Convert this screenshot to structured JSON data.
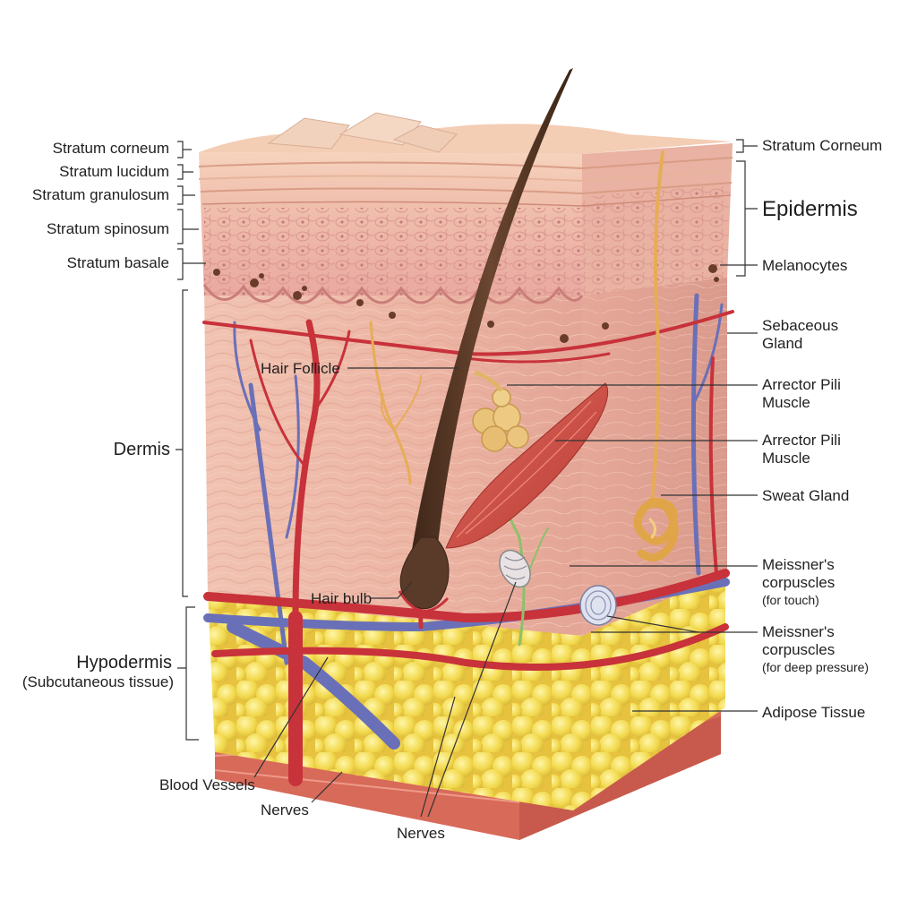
{
  "labels": {
    "stratum_corneum_left": "Stratum corneum",
    "stratum_lucidum": "Stratum lucidum",
    "stratum_granulosum": "Stratum granulosum",
    "stratum_spinosum": "Stratum spinosum",
    "stratum_basale": "Stratum basale",
    "hair_follicle": "Hair Follicle",
    "dermis": "Dermis",
    "hair_bulb": "Hair bulb",
    "hypodermis": "Hypodermis",
    "subcutaneous": "(Subcutaneous tissue)",
    "blood_vessels": "Blood Vessels",
    "nerves_1": "Nerves",
    "nerves_2": "Nerves",
    "stratum_corneum_right": "Stratum Corneum",
    "epidermis": "Epidermis",
    "melanocytes": "Melanocytes",
    "sebaceous_1": "Sebaceous",
    "sebaceous_2": "Gland",
    "arrector_a1": "Arrector Pili",
    "arrector_a2": "Muscle",
    "arrector_b1": "Arrector Pili",
    "arrector_b2": "Muscle",
    "sweat_gland": "Sweat Gland",
    "meissner_a1": "Meissner's",
    "meissner_a2": "corpuscles",
    "meissner_a3": "(for touch)",
    "meissner_b1": "Meissner's",
    "meissner_b2": "corpuscles",
    "meissner_b3": "(for deep pressure)",
    "adipose": "Adipose Tissue"
  },
  "colors": {
    "epidermis": "#f2c2a9",
    "dermis": "#eeb8a4",
    "adipose": "#f3dc58",
    "artery": "#c8323a",
    "vein": "#6a70b8",
    "nerve": "#e8b05a",
    "hair": "#5a3a28",
    "muscle": "#c9483f",
    "line": "#333333"
  }
}
